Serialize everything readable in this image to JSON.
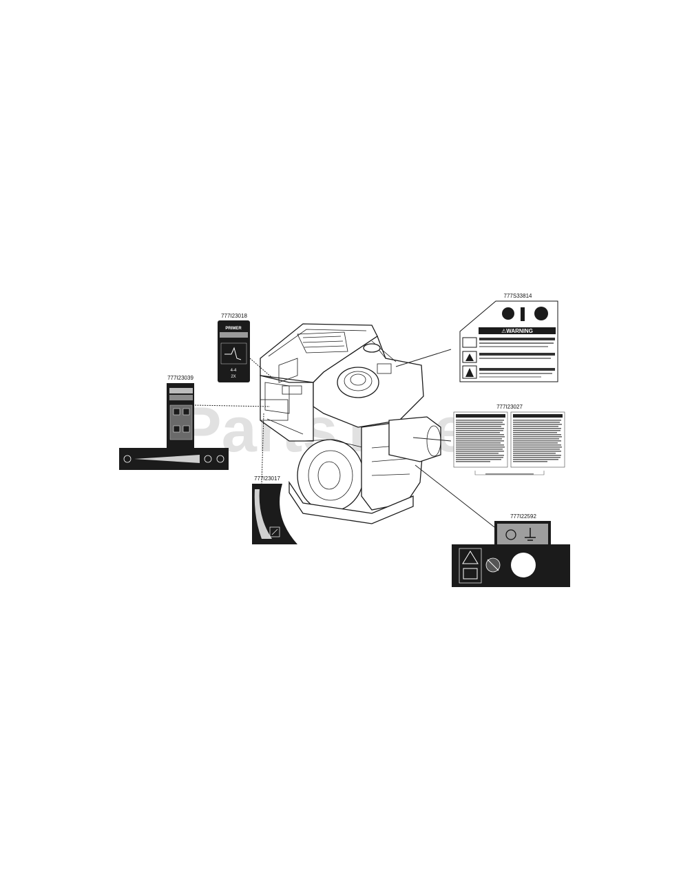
{
  "watermark": "PartsTree",
  "parts": [
    {
      "id": "p1",
      "number": "777I23018"
    },
    {
      "id": "p2",
      "number": "777I23039"
    },
    {
      "id": "p3",
      "number": "777I23017"
    },
    {
      "id": "p4",
      "number": "777S33814"
    },
    {
      "id": "p5",
      "number": "777I23027"
    },
    {
      "id": "p6",
      "number": "777I22592"
    }
  ],
  "decals": {
    "primer": {
      "title": "PRIMER",
      "count": "4-4",
      "times": "2X"
    },
    "warning": {
      "title": "⚠WARNING"
    }
  }
}
